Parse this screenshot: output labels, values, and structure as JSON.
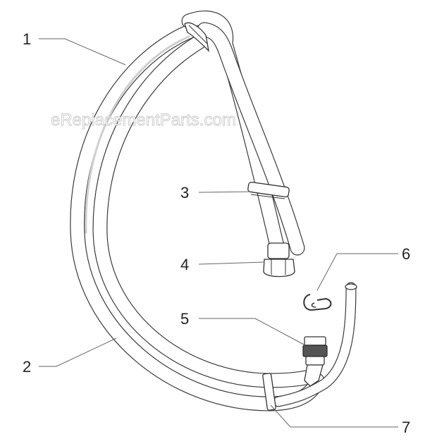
{
  "watermark": "eReplacementParts.com",
  "callouts": {
    "c1": "1",
    "c2": "2",
    "c3": "3",
    "c4": "4",
    "c5": "5",
    "c6": "6",
    "c7": "7"
  }
}
